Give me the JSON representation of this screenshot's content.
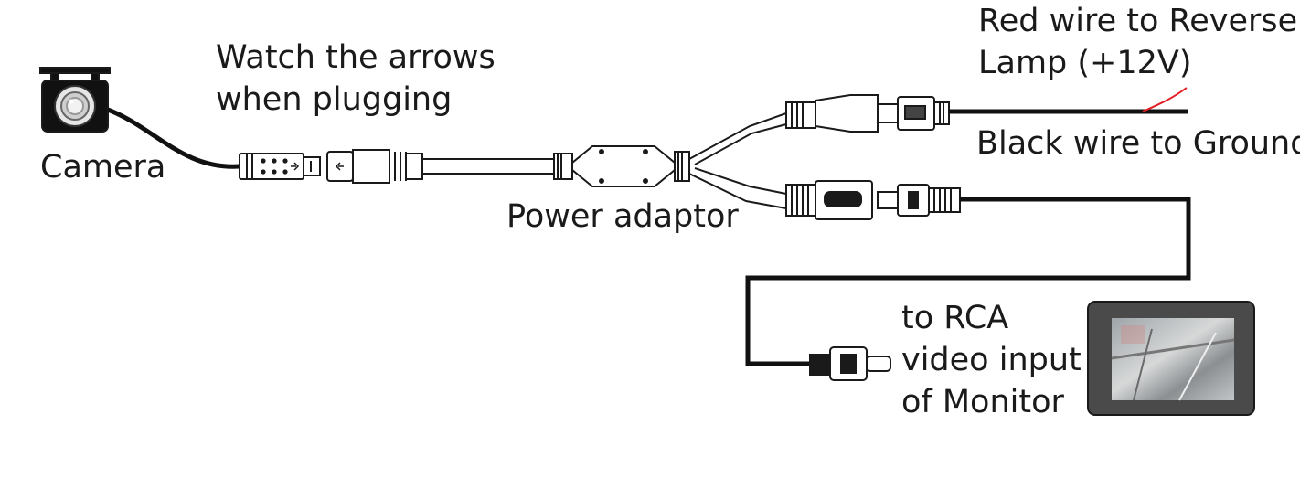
{
  "labels": {
    "camera": "Camera",
    "arrows_line1": "Watch the arrows",
    "arrows_line2": "when plugging",
    "power_adaptor": "Power adaptor",
    "red_wire_line1": "Red wire to Reverse",
    "red_wire_line2": "Lamp (+12V)",
    "black_wire": "Black wire to Ground",
    "rca_line1": "to RCA",
    "rca_line2": "video input",
    "rca_line3": "of Monitor"
  },
  "icons": {
    "camera": "camera-icon",
    "monitor": "monitor-icon",
    "power_adaptor": "power-adaptor-icon"
  },
  "colors": {
    "red_wire": "#e31e24",
    "black_wire": "#111111"
  }
}
